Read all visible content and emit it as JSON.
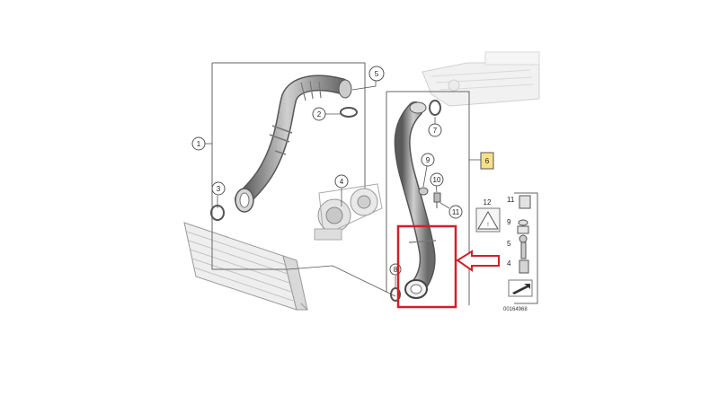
{
  "callouts": {
    "c1": "1",
    "c2": "2",
    "c3": "3",
    "c4": "4",
    "c5": "5",
    "c6": "6",
    "c7": "7",
    "c8": "8",
    "c9": "9",
    "c10": "10",
    "c11": "11",
    "c12": "12"
  },
  "legend": {
    "l11": "11",
    "l9": "9",
    "l5": "5",
    "l4": "4"
  },
  "image_number": "00164968",
  "colors": {
    "highlight": "#d0202a",
    "callout_6_fill": "#f7e08a",
    "line": "#555555",
    "part_gray": "#9a9a9a"
  }
}
